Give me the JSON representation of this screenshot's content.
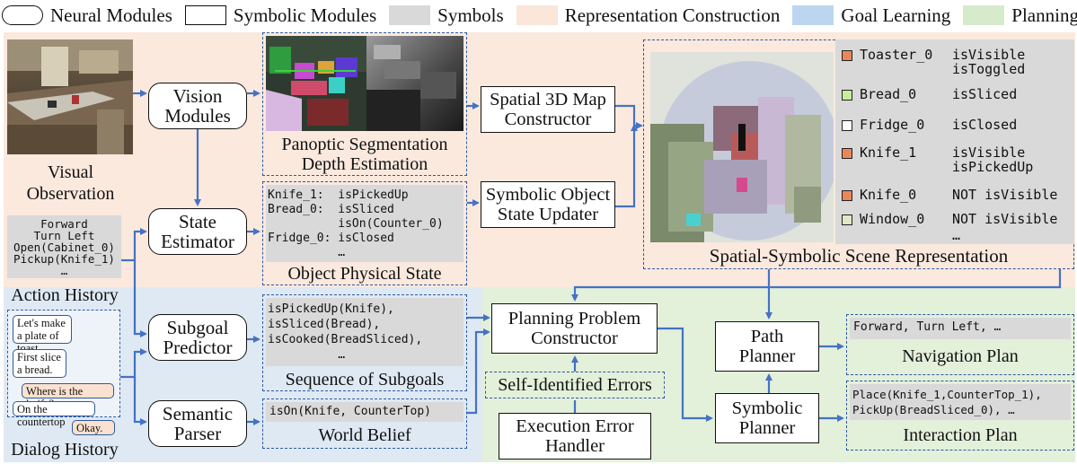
{
  "legend": [
    {
      "label": "Neural Modules",
      "kind": "neural"
    },
    {
      "label": "Symbolic Modules",
      "kind": "symbolic"
    },
    {
      "label": "Symbols",
      "kind": "symbols",
      "color": "#d9d9d9"
    },
    {
      "label": "Representation Construction",
      "kind": "region",
      "color": "#fbe6da"
    },
    {
      "label": "Goal Learning",
      "kind": "region",
      "color": "#bcd6ee"
    },
    {
      "label": "Planning",
      "kind": "region",
      "color": "#d6ebcc"
    }
  ],
  "colors": {
    "representation": "#fbe9de",
    "goal": "#dfe9f4",
    "planning": "#e3f0da",
    "arrow": "#4472c4",
    "dashed_border": "#2d5aa0",
    "symbol_gray": "#d9d9d9"
  },
  "inputs": {
    "visual_observation": "Visual\nObservation",
    "action_history_label": "Action History",
    "action_history_text": "Forward\nTurn Left\nOpen(Cabinet_0)\nPickup(Knife_1)\n…",
    "dialog_history_label": "Dialog History",
    "dialog_messages": [
      {
        "text": "Let's make a plate of toast",
        "speaker": "commander"
      },
      {
        "text": "First slice a bread.",
        "speaker": "commander"
      },
      {
        "text": "Where is the knife?",
        "speaker": "follower"
      },
      {
        "text": "On the countertop",
        "speaker": "commander"
      },
      {
        "text": "Okay.",
        "speaker": "follower"
      }
    ]
  },
  "modules": {
    "vision": "Vision\nModules",
    "state_estimator": "State\nEstimator",
    "subgoal_predictor": "Subgoal\nPredictor",
    "semantic_parser": "Semantic\nParser",
    "spatial_map": "Spatial 3D Map\nConstructor",
    "symbolic_updater": "Symbolic Object\nState Updater",
    "planning_constructor": "Planning Problem\nConstructor",
    "execution_handler": "Execution Error\nHandler",
    "path_planner": "Path\nPlanner",
    "symbolic_planner": "Symbolic\nPlanner"
  },
  "outputs": {
    "panoptic_caption": "Panoptic Segmentation\nDepth Estimation",
    "object_state_caption": "Object Physical State",
    "object_state_text": "Knife_1:  isPickedUp\nBread_0:  isSliced\n          isOn(Counter_0)\nFridge_0: isClosed\n          …",
    "subgoals_caption": "Sequence of Subgoals",
    "subgoals_text": "isPickedUp(Knife),\nisSliced(Bread),\nisCooked(BreadSliced),\n          …",
    "world_belief_caption": "World Belief",
    "world_belief_text": "isOn(Knife, CounterTop)",
    "self_errors": "Self-Identified Errors",
    "scene_caption": "Spatial-Symbolic Scene Representation",
    "navigation_caption": "Navigation Plan",
    "navigation_text": "Forward, Turn Left, …",
    "interaction_caption": "Interaction Plan",
    "interaction_text": "Place(Knife_1,CounterTop_1),\nPickUp(BreadSliced_0), …"
  },
  "scene_symbols": [
    {
      "object": "Toaster_0",
      "states": "isVisible\nisToggled",
      "color": "#e8885a"
    },
    {
      "object": "Bread_0",
      "states": "isSliced",
      "color": "#c9ec9c"
    },
    {
      "object": "Fridge_0",
      "states": "isClosed",
      "color": "#ffffff"
    },
    {
      "object": "Knife_1",
      "states": "isVisible\nisPickedUp",
      "color": "#e8885a"
    },
    {
      "object": "Knife_0",
      "states": "NOT isVisible",
      "color": "#e8885a"
    },
    {
      "object": "Window_0",
      "states": "NOT isVisible",
      "color": "#e2e7c5"
    }
  ],
  "scene_more": "…"
}
